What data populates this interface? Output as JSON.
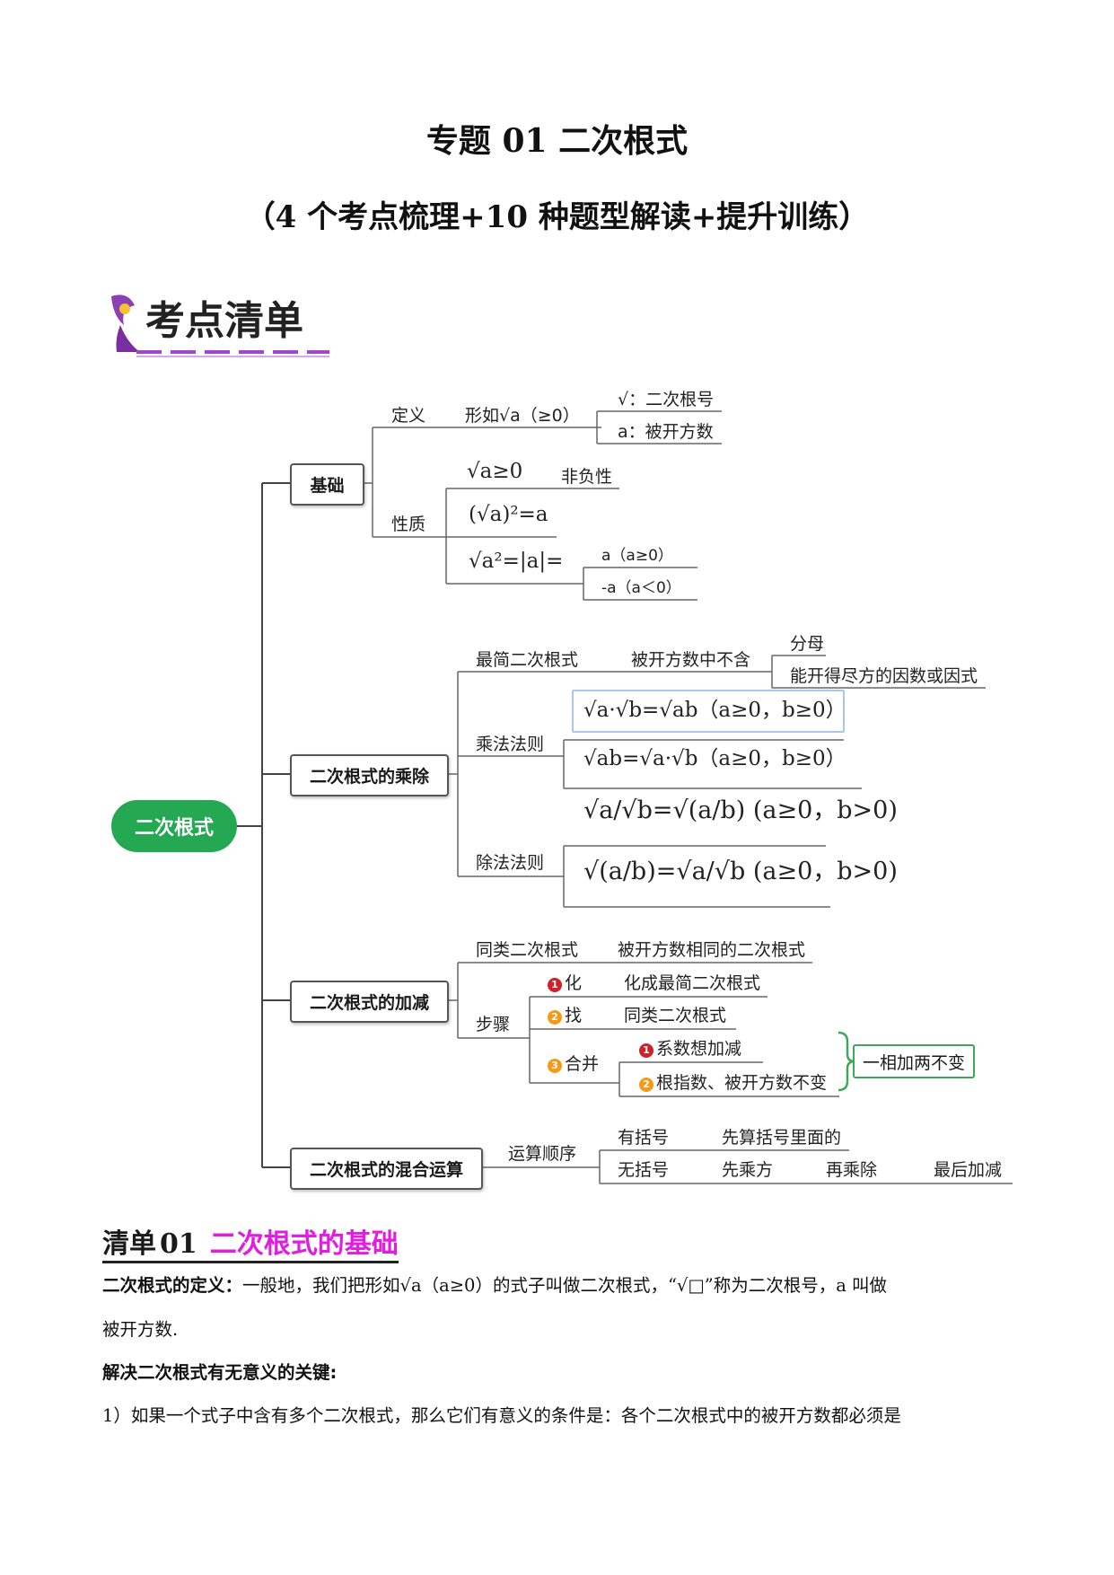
{
  "title": "专题 01 二次根式",
  "subtitle": "（4 个考点梳理+10 种题型解读+提升训练）",
  "logo_text": "考点清单",
  "mindmap": {
    "root": "二次根式",
    "basics": {
      "label": "基础",
      "definition": "定义",
      "form": "形如√a（≥0）",
      "radical_sign": "√：二次根号",
      "radicand": "a：被开方数",
      "property": "性质",
      "f1": "√a≥0",
      "non_negativity": "非负性",
      "f2": "(√a)²=a",
      "f3": "√a²=|a|=",
      "case_pos": "a（a≥0）",
      "case_neg": "-a（a＜0）"
    },
    "muldiv": {
      "label": "二次根式的乘除",
      "simplest": "最简二次根式",
      "not_contain": "被开方数中不含",
      "denominator": "分母",
      "factor": "能开得尽方的因数或因式",
      "mult_rule": "乘法法则",
      "mult_f1": "√a·√b=√ab（a≥0，b≥0）",
      "mult_f2": "√ab=√a·√b（a≥0，b≥0）",
      "div_rule": "除法法则",
      "div_f1": "√a/√b=√(a/b) (a≥0，b>0)",
      "div_f2": "√(a/b)=√a/√b (a≥0，b>0)"
    },
    "addsub": {
      "label": "二次根式的加减",
      "similar": "同类二次根式",
      "similar_def": "被开方数相同的二次根式",
      "steps": "步骤",
      "step1_badge": "1",
      "step1": "化",
      "step1_desc": "化成最简二次根式",
      "step2_badge": "2",
      "step2": "找",
      "step2_desc": "同类二次根式",
      "step3_badge": "3",
      "step3": "合并",
      "merge1_badge": "1",
      "merge1": "系数想加减",
      "merge2_badge": "2",
      "merge2": "根指数、被开方数不变",
      "conclusion": "一相加两不变"
    },
    "mixed": {
      "label": "二次根式的混合运算",
      "order": "运算顺序",
      "with_paren": "有括号",
      "with_paren_desc": "先算括号里面的",
      "no_paren": "无括号",
      "first": "先乘方",
      "then": "再乘除",
      "last": "最后加减"
    }
  },
  "section": {
    "prefix": "清单",
    "number": "01",
    "topic": "二次根式的基础"
  },
  "body": {
    "def_label": "二次根式的定义：",
    "def_text": "一般地，我们把形如√a（a≥0）的式子叫做二次根式，“√□”称为二次根号，a 叫做",
    "def_text2": "被开方数.",
    "key_label": "解决二次根式有无意义的关键:",
    "point1": "1）如果一个式子中含有多个二次根式，那么它们有意义的条件是：各个二次根式中的被开方数都必须是"
  },
  "colors": {
    "root_green": "#24a852",
    "highlight_magenta": "#e01de0",
    "badge_red": "#d0202a",
    "badge_orange": "#f39a16",
    "brace_green": "#3da85a"
  }
}
